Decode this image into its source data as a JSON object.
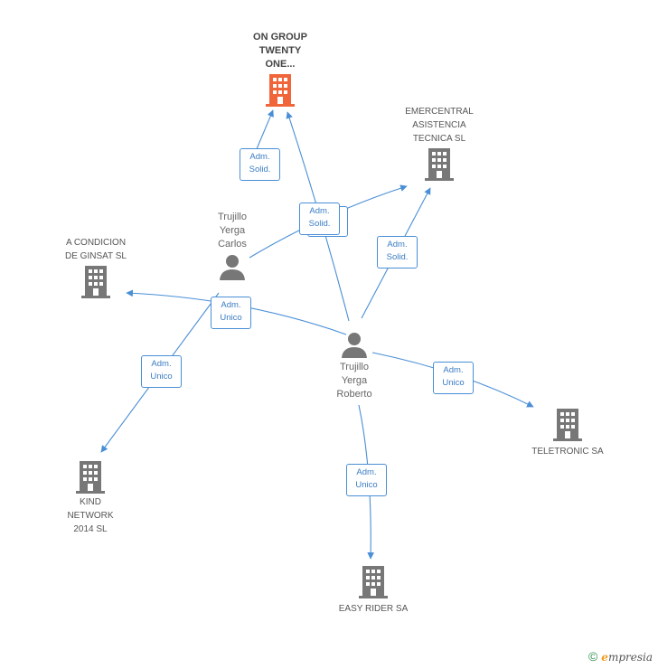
{
  "companies": {
    "on_group": {
      "label": "ON GROUP\nTWENTY\nONE...",
      "color": "#f0663a"
    },
    "emercentral": {
      "label": "EMERCENTRAL\nASISTENCIA\nTECNICA SL",
      "color": "#777777"
    },
    "a_condicion": {
      "label": "A CONDICION\nDE GINSAT SL",
      "color": "#777777"
    },
    "teletronic": {
      "label": "TELETRONIC SA",
      "color": "#777777"
    },
    "kind_network": {
      "label": "KIND\nNETWORK\n2014  SL",
      "color": "#777777"
    },
    "easy_rider": {
      "label": "EASY RIDER SA",
      "color": "#777777"
    }
  },
  "persons": {
    "carlos": {
      "label": "Trujillo\nYerga\nCarlos",
      "color": "#777777"
    },
    "roberto": {
      "label": "Trujillo\nYerga\nRoberto",
      "color": "#777777"
    }
  },
  "relations": [
    {
      "id": "carlos_on",
      "line1": "Adm.",
      "line2": "Solid."
    },
    {
      "id": "carlos_emer",
      "line1": "Adm.",
      "line2": "Solid."
    },
    {
      "id": "roberto_emer",
      "line1": "Adm.",
      "line2": "Solid."
    },
    {
      "id": "carlos_cond",
      "line1": "Adm.",
      "line2": "Unico"
    },
    {
      "id": "carlos_kind",
      "line1": "Adm.",
      "line2": "Unico"
    },
    {
      "id": "roberto_tele",
      "line1": "Adm.",
      "line2": "Unico"
    },
    {
      "id": "roberto_easy",
      "line1": "Adm.",
      "line2": "Unico"
    }
  ],
  "edge_color": "#4a8fd6",
  "footer": {
    "copyright": "©",
    "brand_initial": "e",
    "brand_rest": "mpresia"
  }
}
